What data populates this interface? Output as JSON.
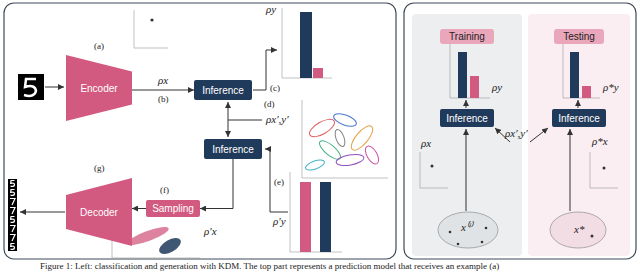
{
  "diagram": {
    "caption": "Figure 1: Left: classification and generation with KDM. The top part represents a prediction model that receives an example (a)",
    "nodes": [
      {
        "text": [
          "Encoder"
        ]
      },
      {
        "text": [
          "Inference"
        ]
      },
      {
        "text": [
          "Inference"
        ]
      },
      {
        "text": [
          "Sampling"
        ]
      },
      {
        "text": [
          "Decoder"
        ]
      },
      {
        "text": [
          "Training"
        ]
      },
      {
        "text": [
          "Inference"
        ],
        "in": 5
      },
      {
        "text": [
          "Testing"
        ]
      },
      {
        "text": [
          "Inference"
        ],
        "in": 7
      }
    ],
    "edges": [
      {
        "from": 0,
        "to": 1,
        "arrow": "to",
        "label": "ρx"
      },
      {
        "from": 2,
        "to": 3,
        "arrow": "to"
      },
      {
        "from": 3,
        "to": 4,
        "arrow": "to"
      }
    ],
    "labels": [
      "(a)",
      "(b)",
      "ρy",
      "(c)",
      "(d)",
      "ρx′,y′",
      "(e)",
      "ρ′y",
      "(f)",
      "ρ′x",
      "(g)",
      "ρy",
      "ρx′,y′",
      "ρx",
      "x⁽ⁱ⁾",
      "ρ*y",
      "ρ*x",
      "x*"
    ]
  }
}
